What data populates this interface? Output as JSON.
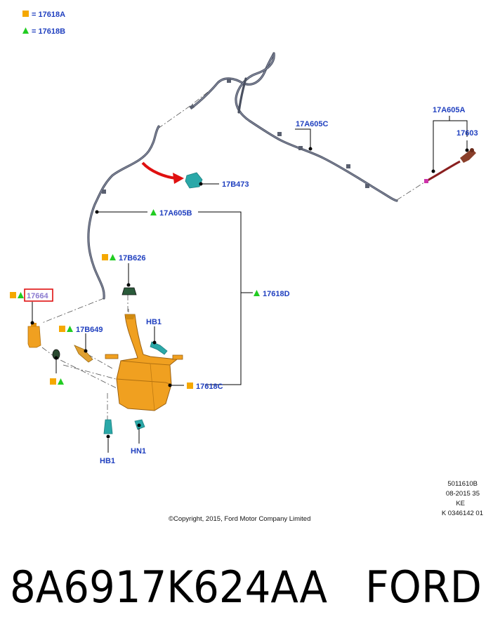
{
  "legend": [
    {
      "marker": "square",
      "color": "#f5a800",
      "text": "= 17618A"
    },
    {
      "marker": "triangle",
      "color": "#22cc22",
      "text": "= 17618B"
    }
  ],
  "colors": {
    "label": "#1f3fbf",
    "square_marker": "#f5a800",
    "triangle_marker": "#22cc22",
    "tank": "#f0a020",
    "hose": "#4a5060",
    "pump_part": "#2aa8a8",
    "arrow": "#e01010",
    "highlight_box": "#e01010"
  },
  "labels": {
    "l17A605C": "17A605C",
    "l17A605A": "17A605A",
    "l17603": "17603",
    "l17B473": "17B473",
    "l17A605B": "17A605B",
    "l17B626": "17B626",
    "l17618D": "17618D",
    "l17664": "17664",
    "l17B649": "17B649",
    "lHB1_top": "HB1",
    "l17618C": "17618C",
    "lHB1_bottom": "HB1",
    "lHN1": "HN1"
  },
  "meta": {
    "line1": "5011610B",
    "line2": "08-2015 35",
    "line3": "KE",
    "line4": "K 0346142 01",
    "copyright": "©Copyright, 2015, Ford Motor Company Limited"
  },
  "footer": {
    "part_number": "8A6917K624AA",
    "brand": "FORD"
  },
  "icons": [
    "square-marker",
    "triangle-marker",
    "red-arrow-icon",
    "washer-tank",
    "washer-pump",
    "hose-connector"
  ]
}
